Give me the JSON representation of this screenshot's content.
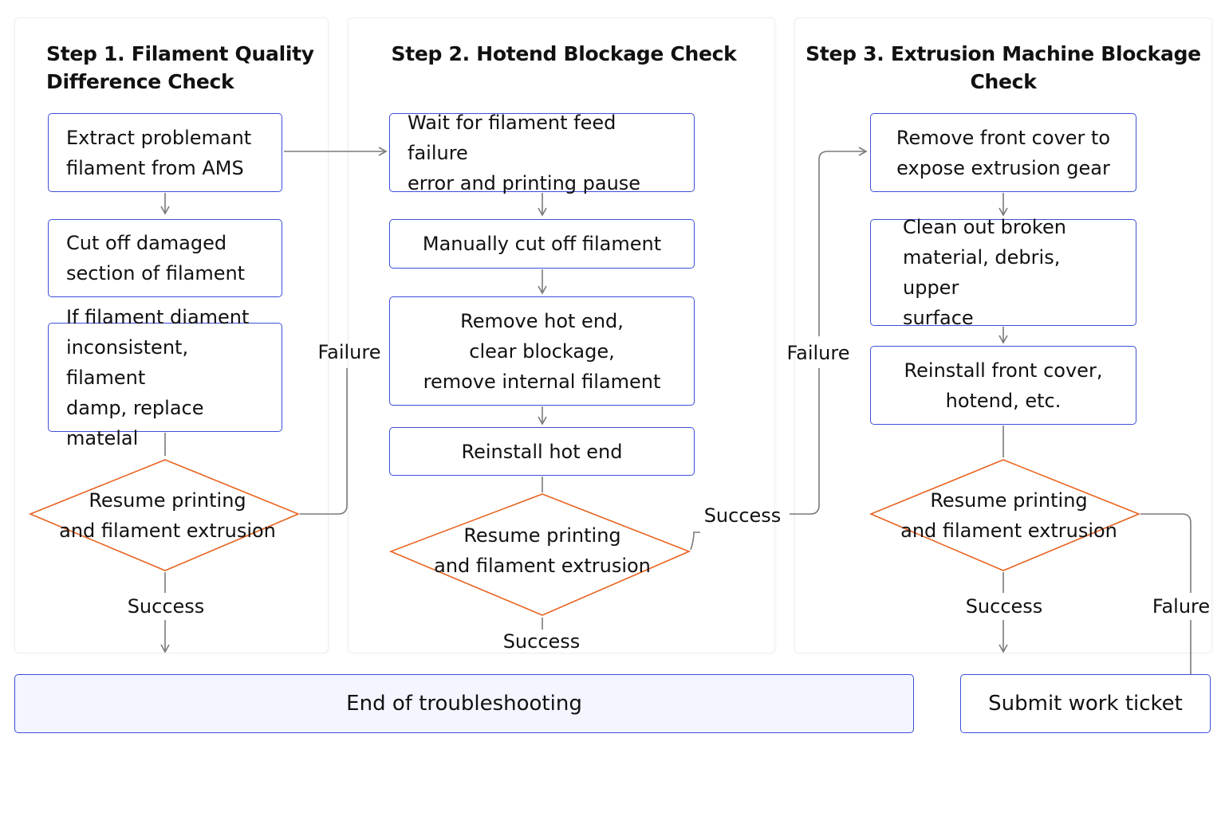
{
  "step1": {
    "title": "Step 1. Filament Quality\nDifference Check",
    "boxes": [
      "Extract problemant\nfilament from AMS",
      "Cut off damaged\nsection of filament",
      "If filament diament\ninconsistent, filament\ndamp, replace matelal"
    ],
    "decision": "Resume printing\nand filament extrusion",
    "success_label": "Success",
    "failure_label": "Failure"
  },
  "step2": {
    "title": "Step 2. Hotend Blockage Check",
    "boxes": [
      "Wait for filament feed failure\nerror and printing pause",
      "Manually cut off filament",
      "Remove hot end,\nclear blockage,\nremove internal filament",
      "Reinstall hot end"
    ],
    "decision": "Resume printing\nand filament extrusion",
    "success_label": "Success",
    "side_label": "Success",
    "failure_label": "Failure"
  },
  "step3": {
    "title": "Step 3. Extrusion Machine Blockage\nCheck",
    "boxes": [
      "Remove front cover to\nexpose extrusion gear",
      "Clean out broken\nmaterial, debris, upper\nsurface",
      "Reinstall front cover,\nhotend, etc."
    ],
    "decision": "Resume printing\nand filament extrusion",
    "success_label": "Success",
    "failure_label": "Falure"
  },
  "end_label": "End of troubleshooting",
  "ticket_label": "Submit work ticket",
  "colors": {
    "box_border": "#3d4fd8",
    "decision_border": "#e8631f",
    "arrow": "#7a7a7a",
    "end_fill": "#f3f5ff"
  }
}
